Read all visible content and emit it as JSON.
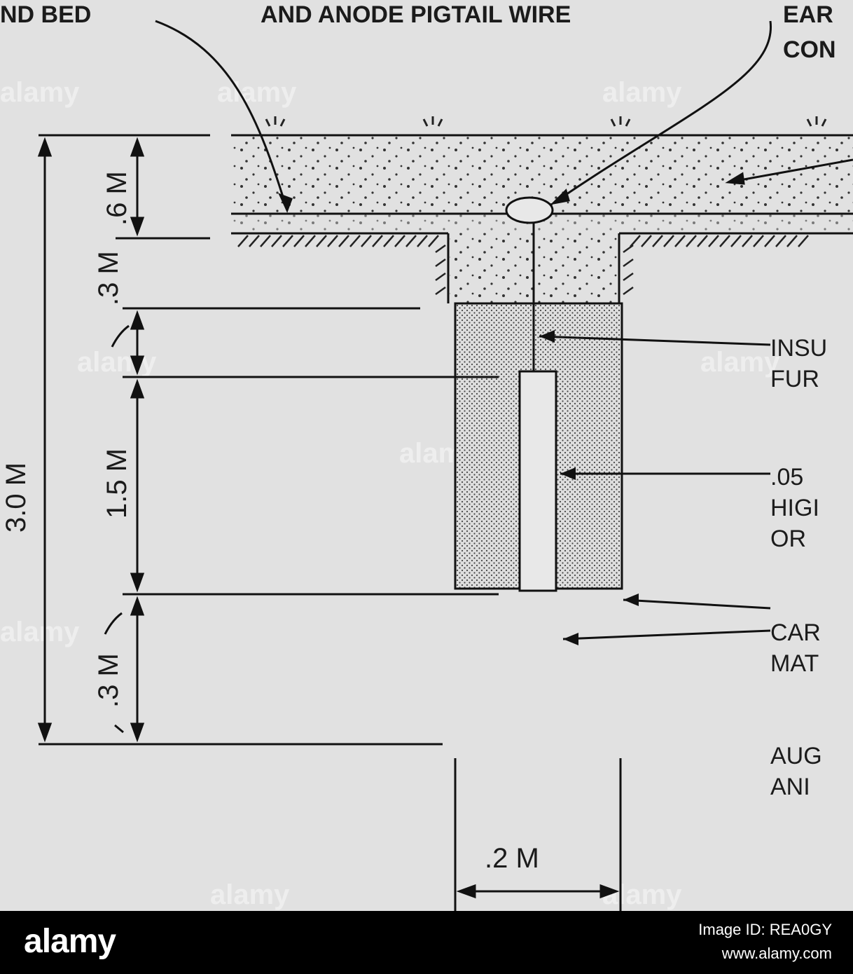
{
  "labels": {
    "top_left": "ND BED",
    "top_center": "AND ANODE PIGTAIL WIRE",
    "top_right_1": "EAR",
    "top_right_2": "CON"
  },
  "dimensions": {
    "total_depth": "3.0 M",
    "top_layer": ".6 M",
    "upper_gap": ".3 M",
    "anode_length": "1.5 M",
    "lower_gap": ".3 M",
    "hole_width": ".2 M"
  },
  "callouts": {
    "insulated_1": "INSU",
    "insulated_2": "FUR",
    "anode_1": ".05",
    "anode_2": "HIGI",
    "anode_3": "OR",
    "backfill_1": "CAR",
    "backfill_2": "MAT",
    "auger_1": "AUG",
    "auger_2": "ANI"
  },
  "watermark": {
    "text": "alamy"
  },
  "footer": {
    "logo": "alamy",
    "image_id": "Image ID: REA0GY",
    "site": "www.alamy.com"
  }
}
